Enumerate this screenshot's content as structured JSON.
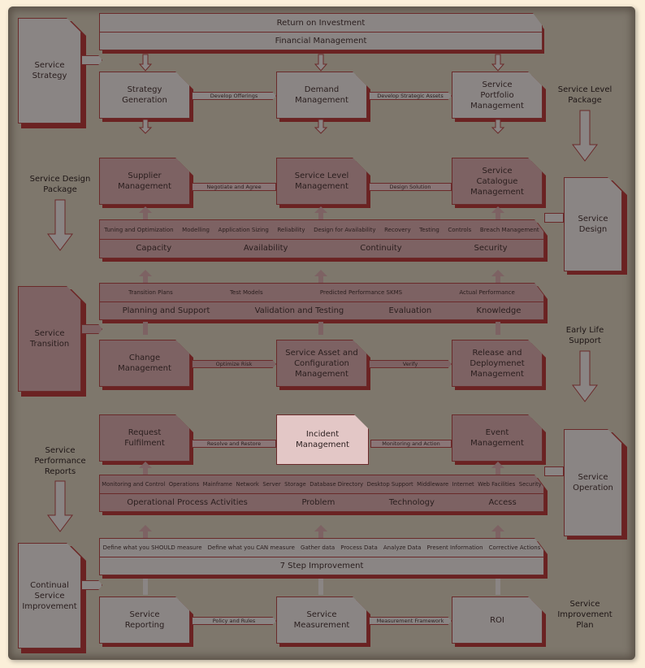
{
  "colors": {
    "background": "#7e776c",
    "frame": "#fbefd9",
    "box_grey": "#8a8584",
    "box_maroon": "#7d6263",
    "highlight": "#e3c7c6",
    "shadow": "#6b2222"
  },
  "strategy": {
    "stage": "Service Strategy",
    "bar_top": "Return on Investment",
    "bar_bottom": "Financial Management",
    "boxes": [
      "Strategy Generation",
      "Demand Management",
      "Service Portfolio Management"
    ],
    "arrows": [
      "Develop Offerings",
      "Develop Strategic Assets"
    ],
    "output": "Service Level Package"
  },
  "design": {
    "stage": "Service Design",
    "input": "Service Design Package",
    "boxes": [
      "Supplier Management",
      "Service Level Management",
      "Service Catalogue Management"
    ],
    "arrows": [
      "Negotiate and Agree",
      "Design Solution"
    ],
    "bar_top": [
      "Tuning and Optimization",
      "Modelling",
      "Application Sizing",
      "Reliability",
      "Design for Availability",
      "Recovery",
      "Testing",
      "Controls",
      "Breach Management"
    ],
    "bar_bottom": [
      "Capacity",
      "Availability",
      "Continuity",
      "Security"
    ]
  },
  "transition": {
    "stage": "Service Transition",
    "bar_top": [
      "Transition Plans",
      "Test Models",
      "Predicted Performance SKMS",
      "Actual Performance"
    ],
    "bar_bottom": [
      "Planning and Support",
      "Validation and Testing",
      "Evaluation",
      "Knowledge"
    ],
    "boxes": [
      "Change Management",
      "Service Asset and Configuration Management",
      "Release and Deploymenet Management"
    ],
    "arrows": [
      "Optimize Risk",
      "Verify"
    ],
    "output": "Early Life Support"
  },
  "operation": {
    "stage": "Service Operation",
    "input": "Service Performance Reports",
    "boxes": [
      "Request Fulfilment",
      "Incident Management",
      "Event Management"
    ],
    "arrows": [
      "Resolve and Restore",
      "Monitoring and Action"
    ],
    "bar_top": [
      "Monitoring and Control",
      "Operations",
      "Mainframe",
      "Network",
      "Server",
      "Storage",
      "Database Directory",
      "Desktop Support",
      "Middleware",
      "Internet",
      "Web Facilities",
      "Security"
    ],
    "bar_bottom": [
      "Operational Process Activities",
      "Problem",
      "Technology",
      "Access"
    ]
  },
  "csi": {
    "stage": "Continual Service Improvement",
    "bar_top": [
      "Define what you SHOULD measure",
      "Define what you CAN measure",
      "Gather data",
      "Process Data",
      "Analyze Data",
      "Present Information",
      "Corrective Actions"
    ],
    "bar_bottom": "7 Step Improvement",
    "boxes": [
      "Service Reporting",
      "Service Measurement",
      "ROI"
    ],
    "arrows": [
      "Policy and Rules",
      "Measurement Framework"
    ],
    "output": "Service Improvement Plan"
  }
}
